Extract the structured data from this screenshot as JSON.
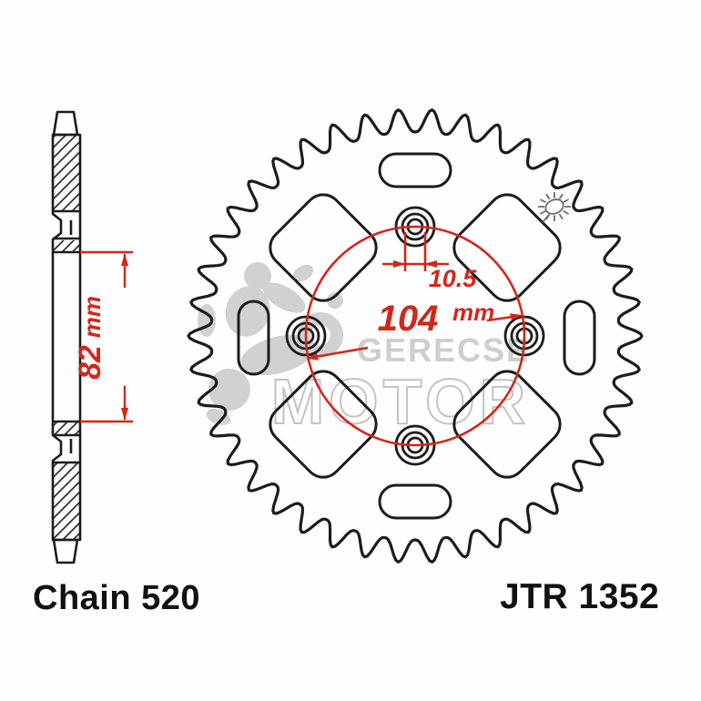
{
  "labels": {
    "chain": "Chain 520",
    "part_number": "JTR 1352"
  },
  "dimensions": {
    "hub_width": {
      "value": "82",
      "unit": "mm"
    },
    "bolt_circle_diameter": {
      "value": "104",
      "unit": "mm"
    },
    "bolt_hole_diameter": {
      "value": "10.5"
    }
  },
  "watermark": {
    "top": "GERECSE",
    "bottom": "MOTOR"
  },
  "icons": {
    "starburst": "sun-sketch"
  },
  "colors": {
    "dimension_red": "#d2271b",
    "line_black": "#1c1c1c",
    "watermark_gray": "#bcbcbc"
  }
}
